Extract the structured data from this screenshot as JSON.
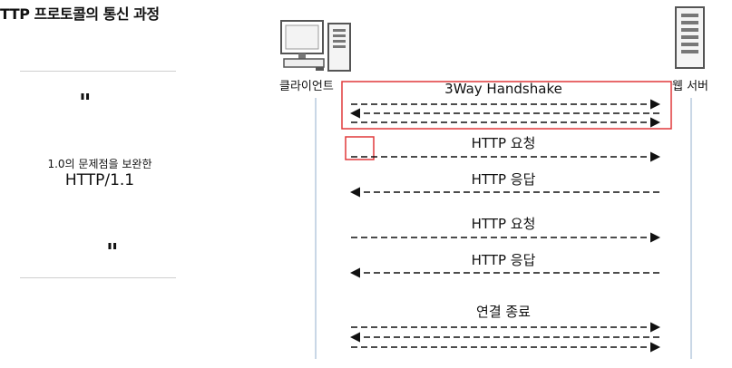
{
  "title": "TTP 프로토콜의 통신 과정",
  "left_panel": {
    "quote_open": "\"",
    "quote_close": "\"",
    "subtitle": "1.0의 문제점을 보완한",
    "headline": "HTTP/1.1"
  },
  "actors": {
    "client_label": "클라이언트",
    "server_label": "웹 서버"
  },
  "messages": [
    {
      "label": "3Way Handshake",
      "arrows": [
        "right",
        "left",
        "right"
      ],
      "highlighted": true
    },
    {
      "label": "HTTP 요청",
      "arrows": [
        "right"
      ],
      "highlighted_start": true
    },
    {
      "label": "HTTP 응답",
      "arrows": [
        "left"
      ]
    },
    {
      "label": "HTTP 요청",
      "arrows": [
        "right"
      ]
    },
    {
      "label": "HTTP 응답",
      "arrows": [
        "left"
      ]
    },
    {
      "label": "연결 종료",
      "arrows": [
        "right",
        "left",
        "right"
      ]
    }
  ],
  "colors": {
    "highlight": "#e0383a",
    "lifeline": "#c9d7e6",
    "arrow": "#111111"
  }
}
